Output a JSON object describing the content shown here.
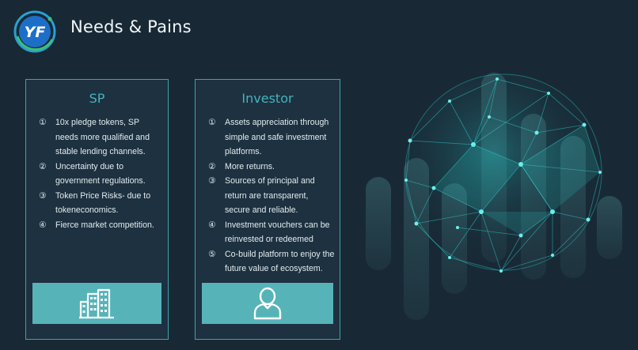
{
  "header": {
    "title": "Needs & Pains",
    "logo_text": "YF"
  },
  "cards": [
    {
      "title": "SP",
      "items": [
        {
          "num": "①",
          "text": "10x pledge tokens, SP needs more qualified and stable lending channels."
        },
        {
          "num": "②",
          "text": "Uncertainty due to government regulations."
        },
        {
          "num": "③",
          "text": "Token Price Risks- due to tokeneconomics."
        },
        {
          "num": "④",
          "text": "Fierce market competition."
        }
      ],
      "icon": "building-icon"
    },
    {
      "title": "Investor",
      "items": [
        {
          "num": "①",
          "text": "Assets appreciation through simple and safe investment platforms."
        },
        {
          "num": "②",
          "text": "More returns."
        },
        {
          "num": "③",
          "text": "Sources of principal and return are transparent, secure and reliable."
        },
        {
          "num": "④",
          "text": "Investment vouchers can be reinvested or redeemed"
        },
        {
          "num": "⑤",
          "text": "Co-build platform to enjoy the future value of ecosystem."
        }
      ],
      "icon": "person-icon"
    }
  ],
  "colors": {
    "background": "#182935",
    "accent": "#46b3bd",
    "panel": "#56b4b9",
    "card_border": "#3fa2a8"
  }
}
